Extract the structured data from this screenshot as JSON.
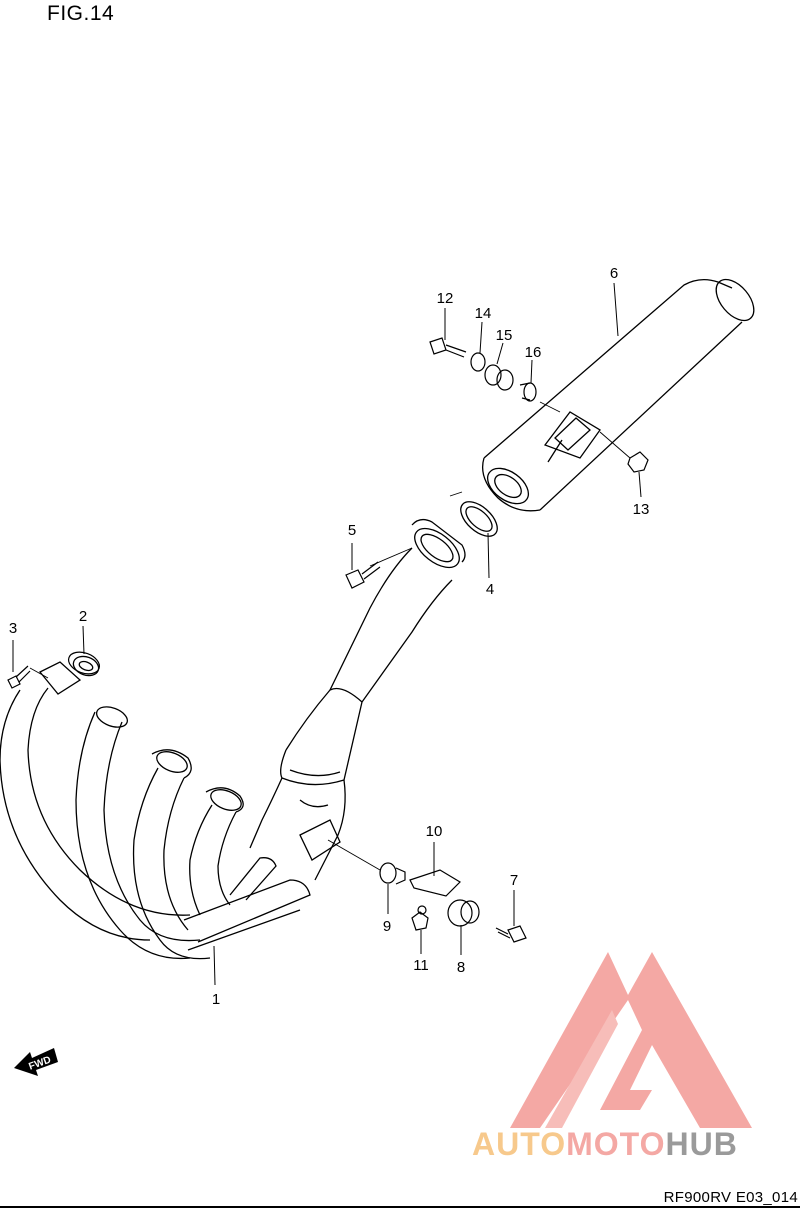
{
  "figure": {
    "title": "FIG.14",
    "reference": "RF900RV E03_014"
  },
  "watermark": {
    "part1": "AUTO",
    "part2": "MOTO",
    "part3": "HUB",
    "color_auto": "#f7c98c",
    "color_moto": "#f4a8a4",
    "color_hub": "#9a9a9a",
    "logo_color": "#f4a8a4"
  },
  "fwd_marker": {
    "text": "FWD"
  },
  "callouts": [
    {
      "number": "1"
    },
    {
      "number": "2"
    },
    {
      "number": "3"
    },
    {
      "number": "4"
    },
    {
      "number": "5"
    },
    {
      "number": "6"
    },
    {
      "number": "7"
    },
    {
      "number": "8"
    },
    {
      "number": "9"
    },
    {
      "number": "10"
    },
    {
      "number": "11"
    },
    {
      "number": "12"
    },
    {
      "number": "13"
    },
    {
      "number": "14"
    },
    {
      "number": "15"
    },
    {
      "number": "16"
    }
  ]
}
